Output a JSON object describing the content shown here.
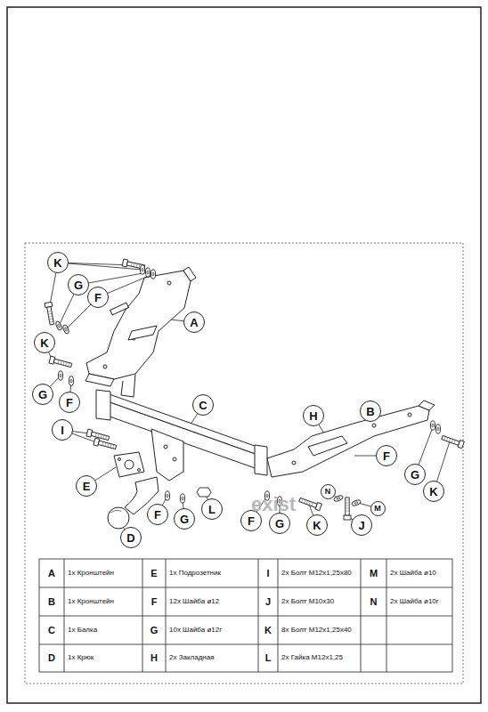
{
  "diagram": {
    "nodes": [
      {
        "text": [
          "K"
        ]
      },
      {
        "text": [
          "G"
        ]
      },
      {
        "text": [
          "F"
        ]
      },
      {
        "text": [
          "A"
        ]
      },
      {
        "text": [
          "K"
        ]
      },
      {
        "text": [
          "G"
        ]
      },
      {
        "text": [
          "F"
        ]
      },
      {
        "text": [
          "C"
        ]
      },
      {
        "text": [
          "B"
        ]
      },
      {
        "text": [
          "H"
        ]
      },
      {
        "text": [
          "I"
        ]
      },
      {
        "text": [
          "F"
        ]
      },
      {
        "text": [
          "G"
        ]
      },
      {
        "text": [
          "E"
        ]
      },
      {
        "text": [
          "N"
        ]
      },
      {
        "text": [
          "K"
        ]
      },
      {
        "text": [
          "M"
        ]
      },
      {
        "text": [
          "L"
        ]
      },
      {
        "text": [
          "F"
        ]
      },
      {
        "text": [
          "G"
        ]
      },
      {
        "text": [
          "F"
        ]
      },
      {
        "text": [
          "G"
        ]
      },
      {
        "text": [
          "J"
        ]
      },
      {
        "text": [
          "K"
        ]
      },
      {
        "text": [
          "D"
        ]
      }
    ],
    "labels": [
      "A",
      "1х Кронштейн",
      "E",
      "1х Подрозетник",
      "I",
      "2х Болт M12x1,25x80",
      "M",
      "2х Шайба ø10",
      "B",
      "1х Кронштейн",
      "F",
      "12х Шайба ø12",
      "J",
      "2х Болт M10x30",
      "N",
      "2х Шайба ø10г",
      "C",
      "1х Балка",
      "G",
      "10х Шайба ø12г",
      "K",
      "8х Болт M12x1,25x40",
      "D",
      "1х Крюк",
      "H",
      "2х Закладная",
      "L",
      "2х Гайка M12x1,25",
      "exist"
    ]
  }
}
